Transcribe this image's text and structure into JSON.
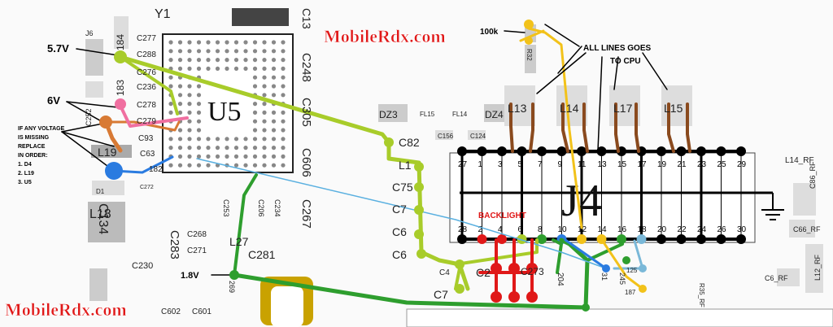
{
  "watermark": "MobileRdx.com",
  "chip": {
    "label": "U5"
  },
  "connector": {
    "label": "J4",
    "pins_top": [
      "27",
      "1",
      "3",
      "5",
      "7",
      "9",
      "11",
      "13",
      "15",
      "17",
      "19",
      "21",
      "23",
      "25",
      "29"
    ],
    "pins_bottom": [
      "28",
      "2",
      "4",
      "6",
      "8",
      "10",
      "12",
      "14",
      "16",
      "18",
      "20",
      "22",
      "24",
      "26",
      "30"
    ]
  },
  "annotations": {
    "v57": "5.7V",
    "v6": "6V",
    "v18": "1.8V",
    "r100k": "100k",
    "lines_cpu_1": "ALL LINES GOES",
    "lines_cpu_2": "TO CPU",
    "backlight": "BACKLIGHT",
    "replace_1": "IF ANY VOLTAGE",
    "replace_2": "IS MISSING",
    "replace_3": "REPLACE",
    "replace_4": "IN ORDER:",
    "replace_5": "1. D4",
    "replace_6": "2. L19",
    "replace_7": "3. U5"
  },
  "components": {
    "c277": "C277",
    "c288": "C288",
    "c276": "C276",
    "c236": "C236",
    "c278": "C278",
    "c279": "C279",
    "c93": "C93",
    "c63": "C63",
    "c272": "C272",
    "c134": "C134",
    "c283": "C283",
    "c268": "C268",
    "c271": "C271",
    "c230": "C230",
    "c253": "C253",
    "c206": "C206",
    "c234": "C234",
    "c267": "C267",
    "c281": "C281",
    "c602": "C602",
    "c601": "C601",
    "c248": "C248",
    "c305": "C305",
    "c606": "C606",
    "c13": "C13",
    "c82": "C82",
    "c75": "C75",
    "c7a": "C7",
    "c6a": "C6",
    "c6b": "C6",
    "c7b": "C7",
    "c2": "C2",
    "c273": "C273",
    "c4": "C4",
    "c156": "C156",
    "c124": "C124",
    "dz3": "DZ3",
    "dz4": "DZ4",
    "fl15": "FL15",
    "fl14": "FL14",
    "l13": "L13",
    "l14": "L14",
    "l17": "L17",
    "l15": "L15",
    "l18": "L18",
    "l19": "L19",
    "l27": "L27",
    "l1": "L1",
    "l14rf": "L14_RF",
    "c86rf": "C86_RF",
    "c66rf": "C66_RF",
    "l12rf": "L12_RF",
    "c6rf": "C6_RF",
    "r35rf": "R35_RF",
    "r32": "R32",
    "y1": "Y1",
    "d184": "184",
    "d183": "183",
    "d182": "182",
    "j6": "J6",
    "c252": "C252",
    "d1": "D1",
    "r204": "204",
    "r125": "125",
    "r187": "187",
    "r31": "31",
    "r245": "245",
    "r269": "269"
  },
  "colors": {
    "yellow_green": "#a8cc2a",
    "green": "#2e9e2e",
    "orange": "#c86a2c",
    "brown": "#8a4a1e",
    "pink": "#f06fa0",
    "blue": "#2a7be0",
    "red": "#e01818",
    "yellow": "#f2c21a",
    "lightblue": "#7ab8d8",
    "watermark": "#e01818"
  }
}
